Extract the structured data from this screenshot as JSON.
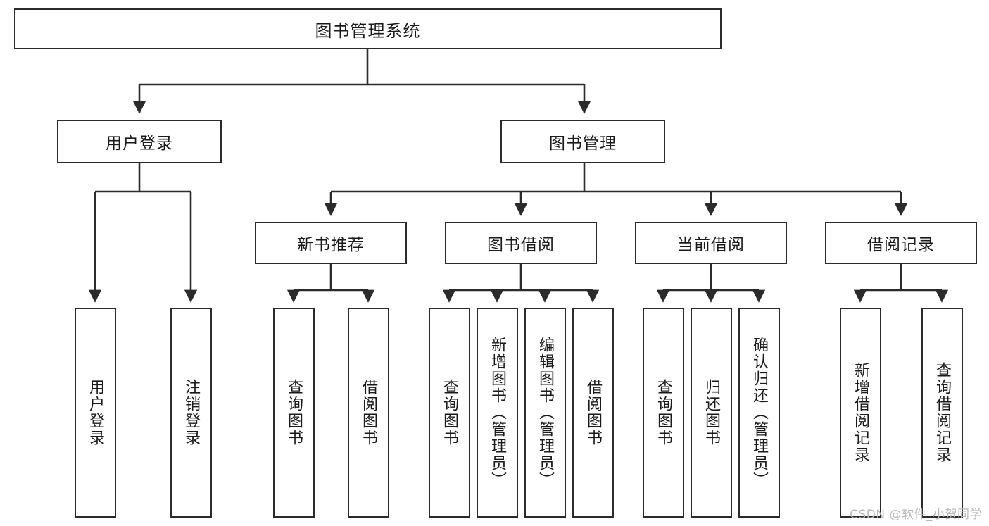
{
  "diagram": {
    "title": "图书管理系统",
    "type": "tree",
    "colors": {
      "box_border": "#2b2b2b",
      "box_fill": "#ffffff",
      "line": "#2b2b2b",
      "text": "#1a1a1a",
      "watermark": "#b9b9b9"
    },
    "root": {
      "label": "图书管理系统"
    },
    "level2": [
      {
        "label": "用户登录"
      },
      {
        "label": "图书管理"
      }
    ],
    "level3": [
      {
        "label": "新书推荐"
      },
      {
        "label": "图书借阅"
      },
      {
        "label": "当前借阅"
      },
      {
        "label": "借阅记录"
      }
    ],
    "leaves": {
      "user_login": [
        {
          "label": "用户登录"
        },
        {
          "label": "注销登录"
        }
      ],
      "new_book_recommend": [
        {
          "label": "查询图书"
        },
        {
          "label": "借阅图书"
        }
      ],
      "book_borrow": [
        {
          "label": "查询图书"
        },
        {
          "label": "新增图书（管理员）"
        },
        {
          "label": "编辑图书（管理员）"
        },
        {
          "label": "借阅图书"
        }
      ],
      "current_borrow": [
        {
          "label": "查询图书"
        },
        {
          "label": "归还图书"
        },
        {
          "label": "确认归还（管理员）"
        }
      ],
      "borrow_records": [
        {
          "label": "新增借阅记录"
        },
        {
          "label": "查询借阅记录"
        }
      ]
    }
  },
  "watermark": {
    "text": "CSDN @软件_小贺同学"
  }
}
